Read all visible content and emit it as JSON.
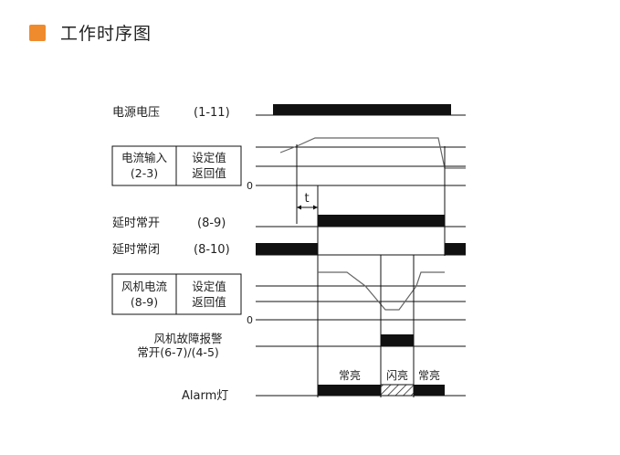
{
  "header": {
    "accent_color": "#ef8b2c",
    "title": "工作时序图"
  },
  "signals": {
    "power": {
      "label": "电源电压",
      "pins": "(1-11)"
    },
    "current_input": {
      "label_line1": "电流输入",
      "label_line2": "(2-3)",
      "set_value": "设定值",
      "return_value": "返回值",
      "zero": "0"
    },
    "delay": {
      "label": "t"
    },
    "delay_no": {
      "label": "延时常开",
      "pins": "(8-9)"
    },
    "delay_nc": {
      "label": "延时常闭",
      "pins": "(8-10)"
    },
    "fan_current": {
      "label_line1": "风机电流",
      "label_line2": "(8-9)",
      "set_value": "设定值",
      "return_value": "返回值",
      "zero": "0"
    },
    "fan_fault": {
      "label_line1": "风机故障报警",
      "label_line2": "常开(6-7)/(4-5)"
    },
    "alarm_lamp": {
      "label": "Alarm灯",
      "state_on_1": "常亮",
      "state_flash": "闪亮",
      "state_on_2": "常亮"
    }
  }
}
